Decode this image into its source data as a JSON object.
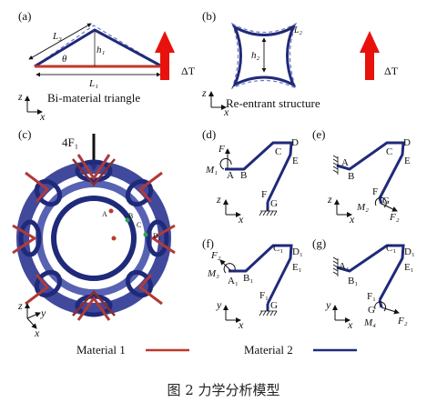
{
  "panels": {
    "a": {
      "tag": "(a)",
      "caption": "Bi-material triangle",
      "labels": {
        "l3": "L₃",
        "theta": "θ",
        "h1": "h₁",
        "l1": "L₁"
      },
      "delta": "ΔT"
    },
    "b": {
      "tag": "(b)",
      "caption": "Re-entrant structure",
      "labels": {
        "l2": "L₂",
        "h2": "h₂"
      },
      "delta": "ΔT"
    },
    "c": {
      "tag": "(c)",
      "load": "4F₁",
      "nodes": [
        "A",
        "B",
        "C",
        "D₁"
      ]
    },
    "d": {
      "tag": "(d)",
      "labels": {
        "F1": "F₁",
        "M1": "M₁",
        "A": "A",
        "B": "B",
        "C": "C",
        "D": "D",
        "E": "E",
        "F": "F",
        "G": "G"
      }
    },
    "e": {
      "tag": "(e)",
      "labels": {
        "A": "A",
        "B": "B",
        "C": "C",
        "D": "D",
        "E": "E",
        "F": "F",
        "G": "G",
        "M2": "M₂",
        "F2": "F₂"
      }
    },
    "f": {
      "tag": "(f)",
      "labels": {
        "F2": "F₂",
        "M3": "M₃",
        "A1": "A₁",
        "B1": "B₁",
        "C1": "C₁",
        "D1": "D₁",
        "E1": "E₁",
        "F1": "F₁",
        "G": "G"
      }
    },
    "g": {
      "tag": "(g)",
      "labels": {
        "A1": "A₁",
        "B1": "B₁",
        "C1": "C₁",
        "D1": "D₁",
        "E1": "E₁",
        "F1": "F₁",
        "G": "G",
        "M4": "M₄",
        "F2": "F₂"
      }
    }
  },
  "axes": {
    "x": "x",
    "y": "y",
    "z": "z"
  },
  "legend": {
    "material1": "Material 1",
    "material2": "Material 2"
  },
  "colors": {
    "material1": "#c0392b",
    "material2": "#1f2a7a",
    "arrow": "#e8120c"
  },
  "figure_caption": "图 2  力学分析模型"
}
